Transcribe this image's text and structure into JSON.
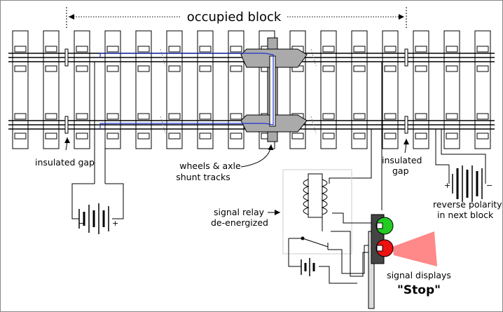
{
  "labels": {
    "title": "occupied block",
    "insulated_gap_left": "insulated gap",
    "insulated_gap_right_1": "insulated",
    "insulated_gap_right_2": "gap",
    "wheels_1": "wheels & axle",
    "wheels_2": "shunt tracks",
    "relay_1": "signal relay",
    "relay_2": "de-energized",
    "reverse_1": "reverse polarity",
    "reverse_2": "in next block",
    "signal_1": "signal displays",
    "signal_2": "\"Stop\"",
    "minus": "−",
    "plus": "+"
  },
  "colors": {
    "shunt_path": "#2233cc",
    "signal_green": "#22cc22",
    "signal_red": "#ee1111",
    "light_beam": "#ff8888",
    "wheel_fill": "#aaaaaa",
    "tie_fill": "#ffffff"
  },
  "icons": {
    "battery_left": "battery-icon",
    "battery_right": "battery-icon",
    "battery_bottom": "battery-icon",
    "relay_coil": "relay-coil-icon",
    "signal_head": "traffic-signal-icon"
  }
}
